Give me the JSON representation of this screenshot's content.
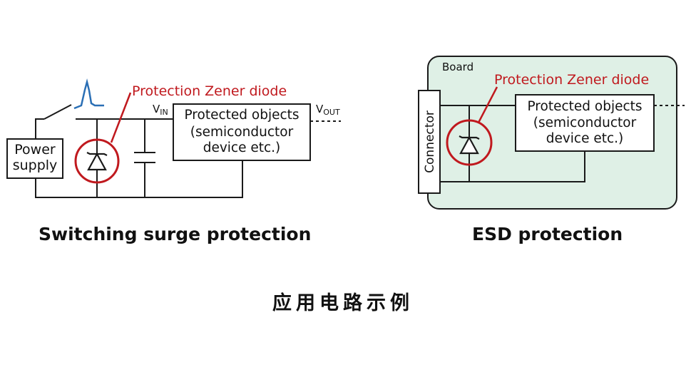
{
  "left": {
    "power_supply": [
      "Power",
      "supply"
    ],
    "zener_label": "Protection Zener diode",
    "vin": {
      "main": "V",
      "sub": "IN"
    },
    "vout": {
      "main": "V",
      "sub": "OUT"
    },
    "protected": [
      "Protected objects",
      "(semiconductor",
      "device etc.)"
    ],
    "caption": "Switching surge protection"
  },
  "right": {
    "board_label": "Board",
    "connector_label": "Connector",
    "zener_label": "Protection Zener diode",
    "protected": [
      "Protected objects",
      "(semiconductor",
      "device etc.)"
    ],
    "caption": "ESD protection"
  },
  "title": "应用电路示例",
  "colors": {
    "zener": "#c0191e",
    "surge": "#2a6fb5",
    "board_fill": "#dff0e6",
    "line": "#1a1a1a"
  }
}
